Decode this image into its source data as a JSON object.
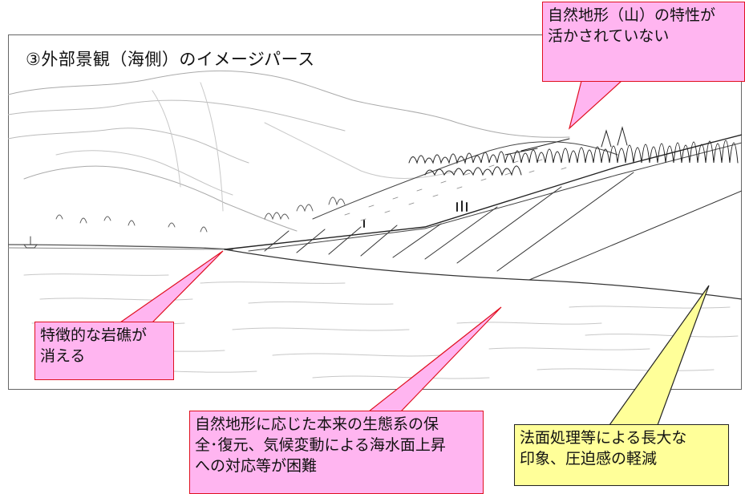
{
  "title": "③外部景観（海側）のイメージパース",
  "callouts": [
    {
      "lines": [
        "自然地形（山）の特性が",
        "活かされていない"
      ],
      "color": "#ffb5f0"
    },
    {
      "lines": [
        "特徴的な岩礁が",
        "消える"
      ],
      "color": "#ffb5f0"
    },
    {
      "lines": [
        "自然地形に応じた本来の生態系の保",
        "全･復元、気候変動による海水面上昇",
        "への対応等が困難"
      ],
      "color": "#ffb5f0"
    },
    {
      "lines": [
        "法面処理等による長大な",
        "印象、圧迫感の軽減"
      ],
      "color": "#ffff99"
    }
  ]
}
